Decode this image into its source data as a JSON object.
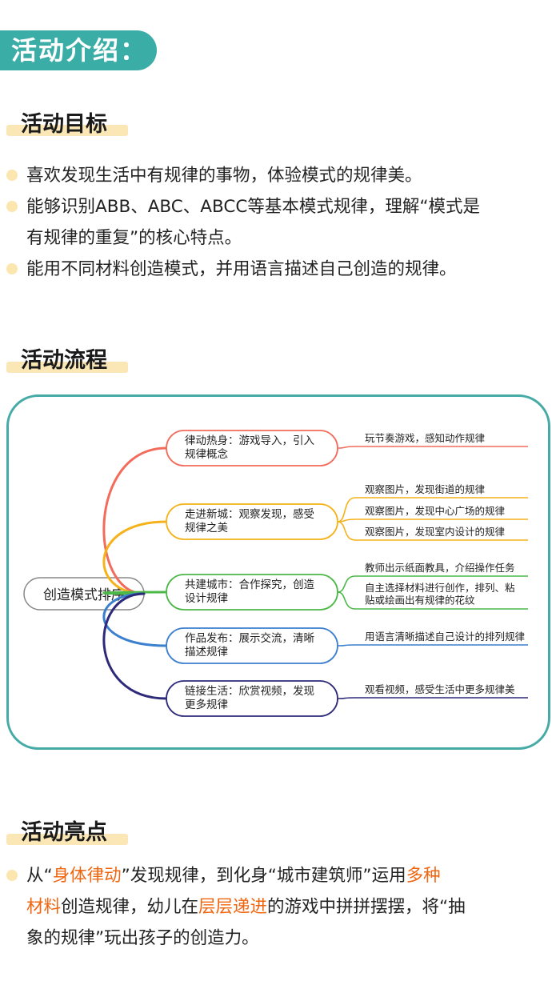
{
  "banner": {
    "title": "活动介绍："
  },
  "goals": {
    "title": "活动目标",
    "items": [
      [
        "喜欢发现生活中有规律的事物，体验模式的规律美。"
      ],
      [
        "能够识别ABB、ABC、ABCC等基本模式规律，理解“模式是",
        "有规律的重复”的核心特点。"
      ],
      [
        "能用不同材料创造模式，并用语言描述自己创造的规律。"
      ]
    ]
  },
  "process": {
    "title": "活动流程",
    "root": "创造模式排序",
    "branches": [
      {
        "label": [
          "律动热身：游戏导入，引入",
          "规律概念"
        ],
        "color": "#f26b5b",
        "leaves": [
          [
            "玩节奏游戏，感知动作规律"
          ]
        ]
      },
      {
        "label": [
          "走进新城：观察发现，感受",
          "规律之美"
        ],
        "color": "#f5b21a",
        "leaves": [
          [
            "观察图片，发现街道的规律"
          ],
          [
            "观察图片，发现中心广场的规律"
          ],
          [
            "观察图片，发现室内设计的规律"
          ]
        ]
      },
      {
        "label": [
          "共建城市：合作探究，创造",
          "设计规律"
        ],
        "color": "#4cb848",
        "leaves": [
          [
            "教师出示纸面教具，介绍操作任务"
          ],
          [
            "自主选择材料进行创作，排列、粘",
            "贴或绘画出有规律的花纹"
          ]
        ]
      },
      {
        "label": [
          "作品发布：展示交流，清晰",
          "描述规律"
        ],
        "color": "#3b7fcf",
        "leaves": [
          [
            "用语言清晰描述自己设计的排列规律"
          ]
        ]
      },
      {
        "label": [
          "链接生活：欣赏视频，发现",
          "更多规律"
        ],
        "color": "#2e2a7a",
        "leaves": [
          [
            "观看视频，感受生活中更多规律美"
          ]
        ]
      }
    ]
  },
  "highlights": {
    "title": "活动亮点",
    "lines": [
      [
        {
          "t": "从“"
        },
        {
          "t": "身体律动",
          "hl": true
        },
        {
          "t": "”发现规律，到化身“城市建筑师”运用"
        },
        {
          "t": "多种",
          "hl": true
        }
      ],
      [
        {
          "t": "材料",
          "hl": true
        },
        {
          "t": "创造规律，幼儿在"
        },
        {
          "t": "层层递进",
          "hl": true
        },
        {
          "t": "的游戏中拼拼摆摆，将“抽"
        }
      ],
      [
        {
          "t": "象的规律”玩出孩子的创造力。"
        }
      ]
    ]
  },
  "colors": {
    "accent": "#3aada6",
    "highlight": "#f0650f",
    "bullet": "#fce6b0",
    "frame": "#46aaa6"
  }
}
